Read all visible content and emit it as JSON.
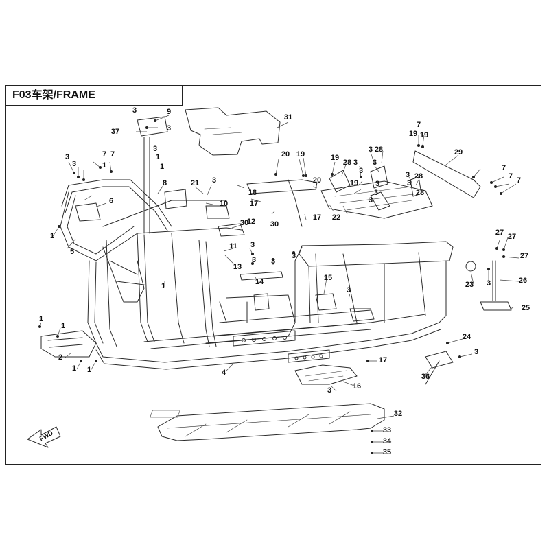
{
  "title": "F03车架/FRAME",
  "fwd_label": "FWD",
  "callouts": [
    {
      "id": "c9",
      "label": "9"
    },
    {
      "id": "c3a",
      "label": "3"
    },
    {
      "id": "c3b",
      "label": "3"
    },
    {
      "id": "c37",
      "label": "37"
    },
    {
      "id": "c31",
      "label": "31"
    },
    {
      "id": "c7a",
      "label": "7"
    },
    {
      "id": "c19a",
      "label": "19"
    },
    {
      "id": "c19b",
      "label": "19"
    },
    {
      "id": "c29",
      "label": "29"
    },
    {
      "id": "c3c",
      "label": "3"
    },
    {
      "id": "c28a",
      "label": "28"
    },
    {
      "id": "c3d",
      "label": "3"
    },
    {
      "id": "c3e",
      "label": "3"
    },
    {
      "id": "c3f",
      "label": "3"
    },
    {
      "id": "c3g",
      "label": "3"
    },
    {
      "id": "c7b",
      "label": "7"
    },
    {
      "id": "c7c",
      "label": "7"
    },
    {
      "id": "c1a",
      "label": "1"
    },
    {
      "id": "c1b",
      "label": "1"
    },
    {
      "id": "c3h",
      "label": "3"
    },
    {
      "id": "c3i",
      "label": "3"
    },
    {
      "id": "c1c",
      "label": "1"
    },
    {
      "id": "c6",
      "label": "6"
    },
    {
      "id": "c8",
      "label": "8"
    },
    {
      "id": "c21",
      "label": "21"
    },
    {
      "id": "c3j",
      "label": "3"
    },
    {
      "id": "c20a",
      "label": "20"
    },
    {
      "id": "c19c",
      "label": "19"
    },
    {
      "id": "c19d",
      "label": "19"
    },
    {
      "id": "c28b",
      "label": "28"
    },
    {
      "id": "c20b",
      "label": "20"
    },
    {
      "id": "c3k",
      "label": "3"
    },
    {
      "id": "c3l",
      "label": "3"
    },
    {
      "id": "c19e",
      "label": "19"
    },
    {
      "id": "c3m",
      "label": "3"
    },
    {
      "id": "c28c",
      "label": "28"
    },
    {
      "id": "c3n",
      "label": "3"
    },
    {
      "id": "c7d",
      "label": "7"
    },
    {
      "id": "c7e",
      "label": "7"
    },
    {
      "id": "c7f",
      "label": "7"
    },
    {
      "id": "c1d",
      "label": "1"
    },
    {
      "id": "c5",
      "label": "5"
    },
    {
      "id": "c10",
      "label": "10"
    },
    {
      "id": "c18",
      "label": "18"
    },
    {
      "id": "c17a",
      "label": "17"
    },
    {
      "id": "c30a",
      "label": "30"
    },
    {
      "id": "c30b",
      "label": "30"
    },
    {
      "id": "c12",
      "label": "12"
    },
    {
      "id": "c17b",
      "label": "17"
    },
    {
      "id": "c22",
      "label": "22"
    },
    {
      "id": "c3o",
      "label": "3"
    },
    {
      "id": "c28d",
      "label": "28"
    },
    {
      "id": "c11",
      "label": "11"
    },
    {
      "id": "c13",
      "label": "13"
    },
    {
      "id": "c3p",
      "label": "3"
    },
    {
      "id": "c3q",
      "label": "3"
    },
    {
      "id": "c3r",
      "label": "3"
    },
    {
      "id": "c3s",
      "label": "3"
    },
    {
      "id": "c27a",
      "label": "27"
    },
    {
      "id": "c27b",
      "label": "27"
    },
    {
      "id": "c27c",
      "label": "27"
    },
    {
      "id": "c23",
      "label": "23"
    },
    {
      "id": "c3t",
      "label": "3"
    },
    {
      "id": "c26",
      "label": "26"
    },
    {
      "id": "c14",
      "label": "14"
    },
    {
      "id": "c15",
      "label": "15"
    },
    {
      "id": "c3u",
      "label": "3"
    },
    {
      "id": "c1e",
      "label": "1"
    },
    {
      "id": "c25",
      "label": "25"
    },
    {
      "id": "c1f",
      "label": "1"
    },
    {
      "id": "c1g",
      "label": "1"
    },
    {
      "id": "c24",
      "label": "24"
    },
    {
      "id": "c3v",
      "label": "3"
    },
    {
      "id": "c2",
      "label": "2"
    },
    {
      "id": "c1h",
      "label": "1"
    },
    {
      "id": "c1i",
      "label": "1"
    },
    {
      "id": "c4",
      "label": "4"
    },
    {
      "id": "c17c",
      "label": "17"
    },
    {
      "id": "c36",
      "label": "36"
    },
    {
      "id": "c16",
      "label": "16"
    },
    {
      "id": "c3w",
      "label": "3"
    },
    {
      "id": "c32",
      "label": "32"
    },
    {
      "id": "c33",
      "label": "33"
    },
    {
      "id": "c34",
      "label": "34"
    },
    {
      "id": "c35",
      "label": "35"
    }
  ]
}
